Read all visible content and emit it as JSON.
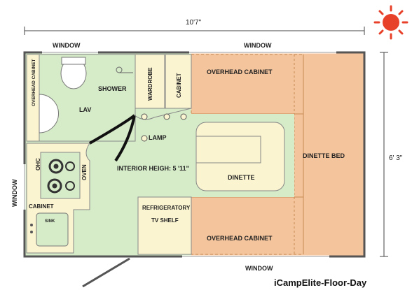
{
  "dimensions": {
    "width": "10'7\"",
    "height": "6' 3\""
  },
  "windows": {
    "top_left": "WINDOW",
    "top_right": "WINDOW",
    "left": "WINDOW",
    "bottom": "WINDOW"
  },
  "rooms": {
    "overhead_cabinet_left": "OVERHEAD CABINET",
    "lav": "LAV",
    "shower": "SHOWER",
    "wardrobe": "WARDROBE",
    "cabinet_upper": "CABINET",
    "overhead_cabinet_top": "OVERHEAD CABINET",
    "lamp": "LAMP",
    "dinette_bed": "DINETTE BED",
    "ohc": "OHC",
    "oven": "OVEN",
    "interior_height": "INTERIOR HEIGH: 5 '11\"",
    "dinette": "DINETTE",
    "cabinet_lower": "CABINET",
    "sink": "SINK",
    "refrigeratory": "REFRIGERATORY",
    "tv_shelf": "TV SHELF",
    "overhead_cabinet_bottom": "OVERHEAD CABINET"
  },
  "caption": "iCampElite-Floor-Day",
  "colors": {
    "sun": "#e8412a",
    "floor": "#d6ebc8",
    "cabinet": "#fbf4d0",
    "bed": "#f4c49c",
    "wall": "#555555"
  }
}
